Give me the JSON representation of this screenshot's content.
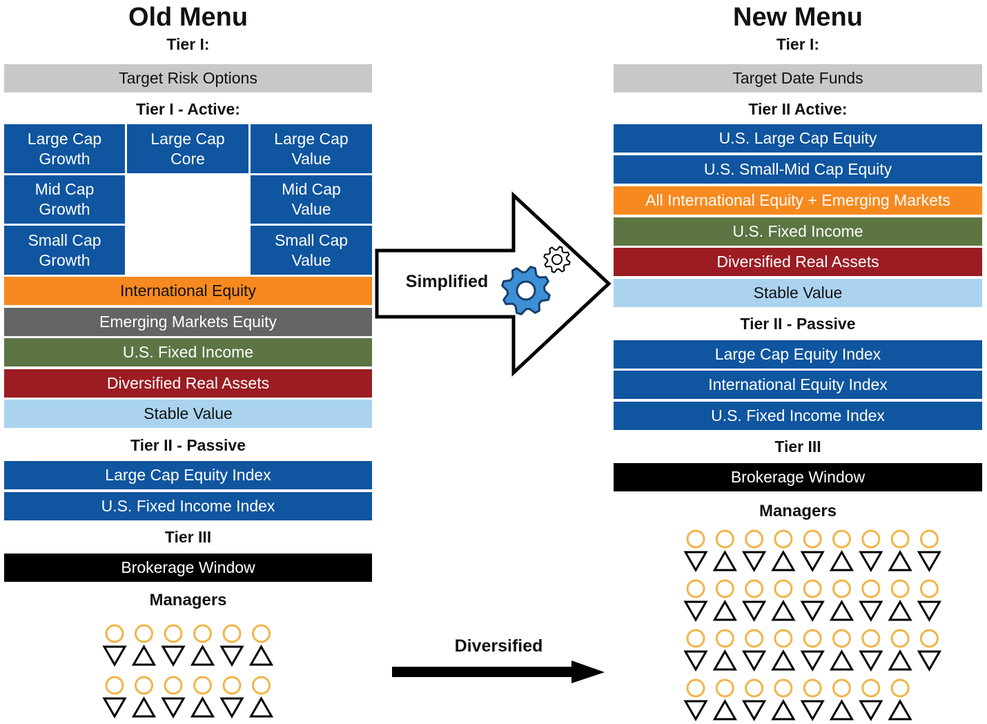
{
  "colors": {
    "blue": "#0f559f",
    "gray_header": "#c8c8c8",
    "orange": "#f7891f",
    "dark_gray": "#636466",
    "green": "#5c7543",
    "red": "#9c1c23",
    "light_blue": "#abd3f0",
    "black": "#000000",
    "gold": "#f2b448",
    "gear_blue": "#3d8fd6"
  },
  "old_menu": {
    "title": "Old Menu",
    "tier1_label": "Tier I:",
    "tier1_bar": "Target Risk Options",
    "tier1_active_label": "Tier I - Active:",
    "grid": {
      "large_cap_growth": "Large Cap Growth",
      "large_cap_core": "Large Cap Core",
      "large_cap_value": "Large Cap Value",
      "mid_cap_growth": "Mid Cap Growth",
      "mid_cap_value": "Mid Cap Value",
      "small_cap_growth": "Small Cap Growth",
      "small_cap_value": "Small Cap Value"
    },
    "active_bars": [
      "International Equity",
      "Emerging Markets Equity",
      "U.S. Fixed Income",
      "Diversified Real Assets",
      "Stable Value"
    ],
    "tier2_passive_label": "Tier II - Passive",
    "passive_bars": [
      "Large Cap Equity Index",
      "U.S. Fixed Income Index"
    ],
    "tier3_label": "Tier III",
    "tier3_bar": "Brokerage Window",
    "managers_label": "Managers",
    "manager_rows": [
      6,
      6
    ]
  },
  "new_menu": {
    "title": "New Menu",
    "tier1_label": "Tier I:",
    "tier1_bar": "Target Date Funds",
    "tier2_active_label": "Tier II Active:",
    "active_bars": [
      "U.S. Large Cap Equity",
      "U.S. Small-Mid Cap Equity",
      "All International Equity + Emerging Markets",
      "U.S. Fixed Income",
      "Diversified Real Assets",
      "Stable Value"
    ],
    "tier2_passive_label": "Tier II - Passive",
    "passive_bars": [
      "Large Cap Equity Index",
      "International Equity Index",
      "U.S. Fixed Income Index"
    ],
    "tier3_label": "Tier III",
    "tier3_bar": "Brokerage Window",
    "managers_label": "Managers",
    "manager_rows": [
      9,
      9,
      9,
      8
    ]
  },
  "arrows": {
    "simplified": "Simplified",
    "diversified": "Diversified"
  }
}
